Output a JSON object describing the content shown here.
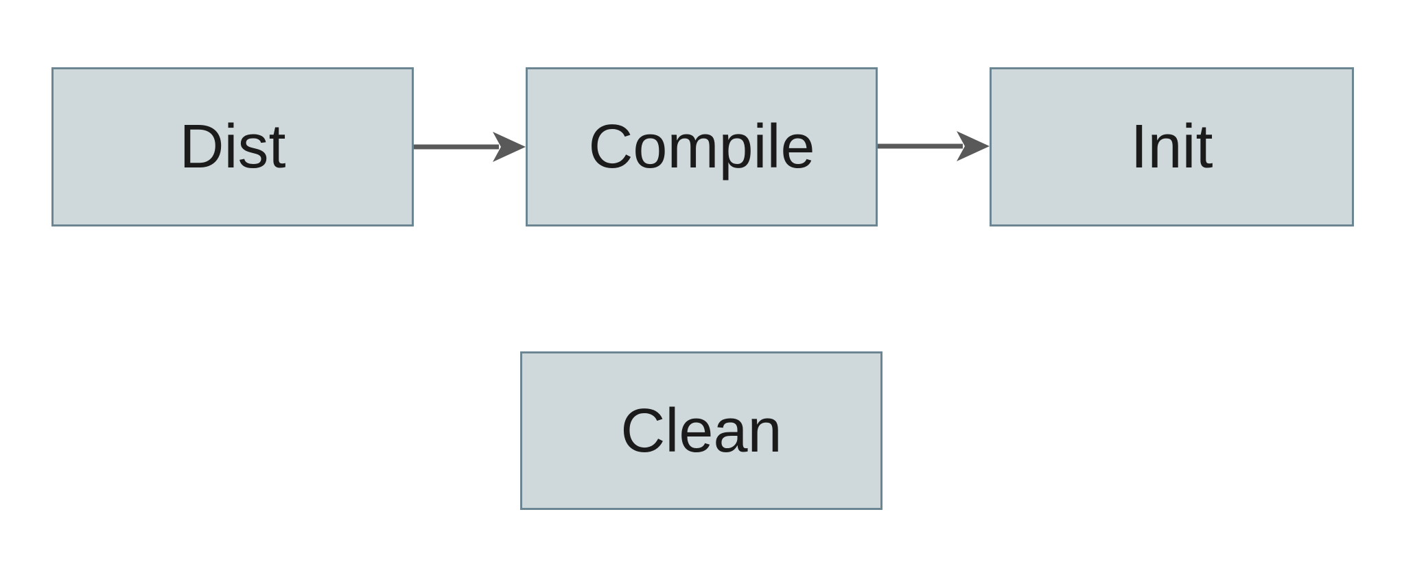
{
  "diagram": {
    "type": "flowchart",
    "nodes": [
      {
        "id": "dist",
        "label": "Dist"
      },
      {
        "id": "compile",
        "label": "Compile"
      },
      {
        "id": "init",
        "label": "Init"
      },
      {
        "id": "clean",
        "label": "Clean"
      }
    ],
    "edges": [
      {
        "from": "dist",
        "to": "compile",
        "style": "solid-arrow",
        "direction": "right"
      },
      {
        "from": "compile",
        "to": "init",
        "style": "solid-arrow",
        "direction": "right"
      }
    ],
    "colors": {
      "node_fill": "#cfd8da",
      "node_border": "#6b8593",
      "arrow": "#595959",
      "text": "#1b1b1b",
      "background": "#ffffff"
    }
  }
}
